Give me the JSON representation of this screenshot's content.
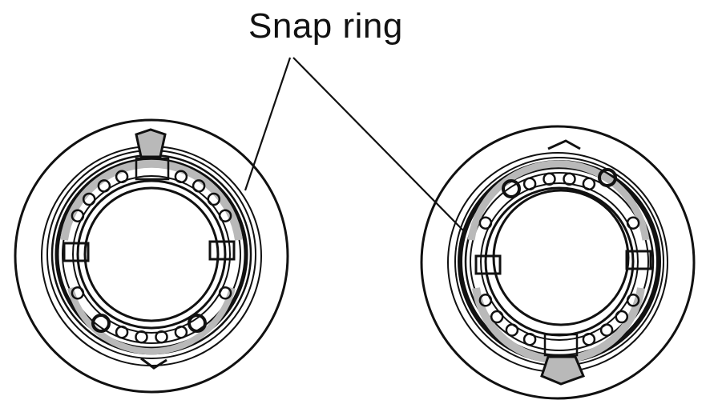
{
  "callout": {
    "text": "Snap ring"
  },
  "assemblies": [
    {
      "name": "left",
      "snap_ring_gap": "top"
    },
    {
      "name": "right",
      "snap_ring_gap": "bottom"
    }
  ],
  "colors": {
    "ink": "#111111",
    "shade": "#b9b9b9",
    "paper": "#ffffff"
  }
}
